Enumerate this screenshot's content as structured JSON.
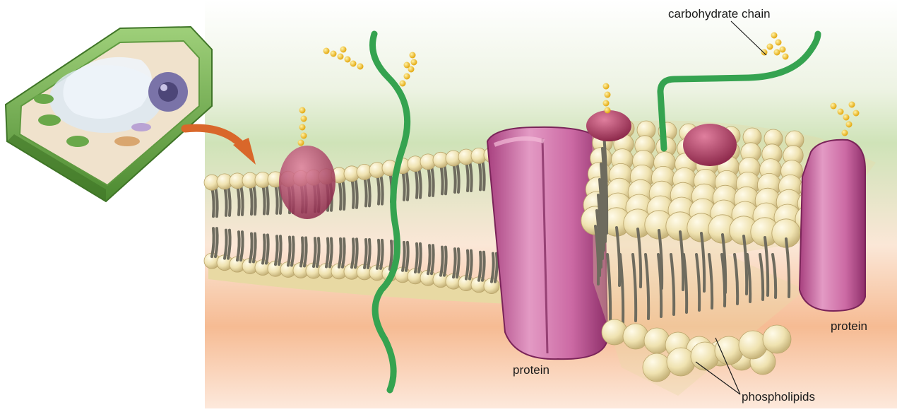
{
  "labels": {
    "carbohydrate_chain": "carbohydrate chain",
    "protein_center": "protein",
    "protein_right": "protein",
    "phospholipids": "phospholipids"
  },
  "colors": {
    "background": "#ffffff",
    "phospholipid_head": "#efe2b0",
    "phospholipid_tail": "#6e6b5e",
    "protein": "#c85a9a",
    "glycoprotein": "#a0355a",
    "carbohydrate_chain": "#35a350",
    "sugar_beads": "#f3c32b",
    "cell_wall": "#62a440",
    "arrow": "#d9672a",
    "exterior_tint": "#dbe9c6",
    "interior_tint": "#f7c9a8"
  },
  "icons": [
    "plant-cell-icon",
    "zoom-arrow-icon"
  ]
}
